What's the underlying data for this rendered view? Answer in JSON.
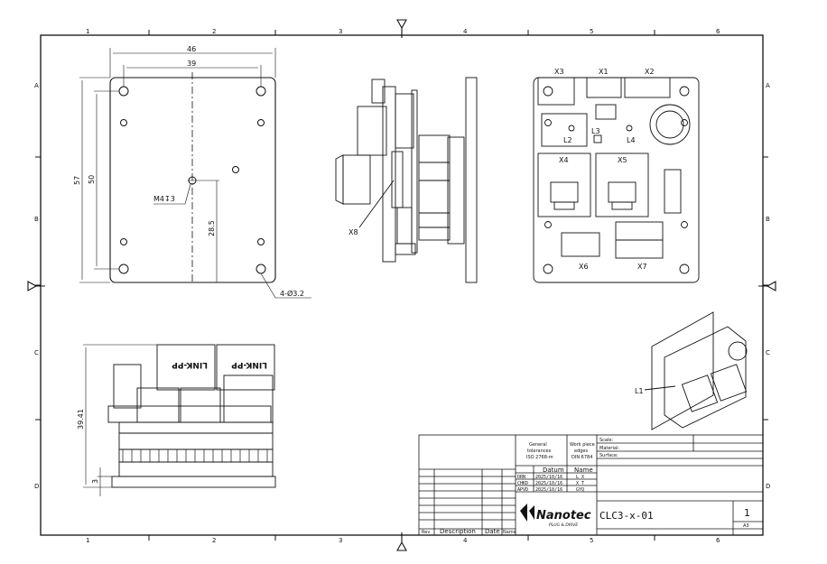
{
  "sheet": {
    "columns_top": [
      "1",
      "2",
      "3",
      "4",
      "5",
      "6"
    ],
    "columns_bottom": [
      "1",
      "2",
      "3",
      "4",
      "5",
      "6"
    ],
    "rows_left": [
      "A",
      "B",
      "C",
      "D"
    ],
    "rows_right": [
      "A",
      "B",
      "C",
      "D"
    ]
  },
  "front_view": {
    "dim_width_outer": "46",
    "dim_width_inner": "39",
    "dim_height_outer": "57",
    "dim_height_inner": "50",
    "dim_center": "28.5",
    "thread_callout": "M4↧3",
    "holes_callout": "4-Ø3.2"
  },
  "side_view": {
    "label_connector": "X8"
  },
  "top_view": {
    "labels": [
      "X3",
      "X1",
      "X2",
      "L2",
      "L3",
      "L4",
      "X4",
      "X5",
      "X6",
      "X7"
    ]
  },
  "bottom_view": {
    "dim_height": "39.41",
    "dim_base": "3",
    "jack_label_left": "LINK-PP",
    "jack_label_right": "LINK-PP"
  },
  "iso_view": {
    "label": "L1"
  },
  "title_block": {
    "general_tolerances": "General tolerances ISO 2768-m",
    "work_piece_edges": "Work piece edges DIN 6784",
    "scale_label": "Scale:",
    "material_label": "Material:",
    "surface_label": "Surface:",
    "datum_header": "Datum",
    "name_header": "Name",
    "approvals": [
      {
        "role": "DRN",
        "date": "2025/10/16",
        "name": "L X"
      },
      {
        "role": "CHKD",
        "date": "2025/10/16",
        "name": "X T"
      },
      {
        "role": "APVD",
        "date": "2025/10/16",
        "name": "GYQ"
      }
    ],
    "brand": "Nanotec",
    "brand_tagline": "PLUG & DRIVE",
    "drawing_number": "CLC3-x-01",
    "sheet_number": "1",
    "sheet_size": "A3",
    "rev_header": "Rev",
    "description_header": "Description",
    "date_header": "Date",
    "name_col_header": "Name"
  }
}
